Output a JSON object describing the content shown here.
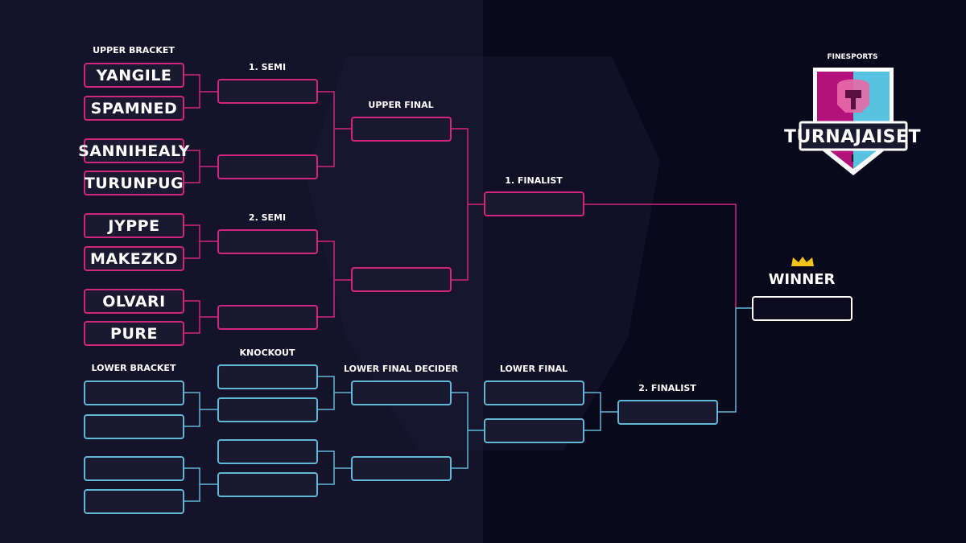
{
  "upper": {
    "label": "UPPER BRACKET",
    "players": [
      "YANGILE",
      "SPAMNED",
      "SANNIHEALY",
      "TURUNPUG",
      "JYPPE",
      "MAKEZKD",
      "OLVARI",
      "PURE"
    ]
  },
  "lower": {
    "label": "LOWER BRACKET"
  },
  "rounds": {
    "semi1": "1. SEMI",
    "semi2": "2. SEMI",
    "upper_final": "UPPER FINAL",
    "finalist1": "1. FINALIST",
    "knockout": "KNOCKOUT",
    "lower_final_decider": "LOWER FINAL DECIDER",
    "lower_final": "LOWER FINAL",
    "finalist2": "2. FINALIST",
    "winner": "WINNER"
  },
  "logo": {
    "brand": "FINESPORTS",
    "title": "TURNAJAISET",
    "edition": "I"
  },
  "colors": {
    "upper": "#d0267f",
    "lower": "#5fb8d6",
    "background": "#0c0b1f",
    "crown": "#f2c21b",
    "logo_left": "#b3127a",
    "logo_right": "#57c3e0"
  },
  "icons": {
    "crown": "crown-icon",
    "helmet": "spartan-helmet-icon"
  }
}
